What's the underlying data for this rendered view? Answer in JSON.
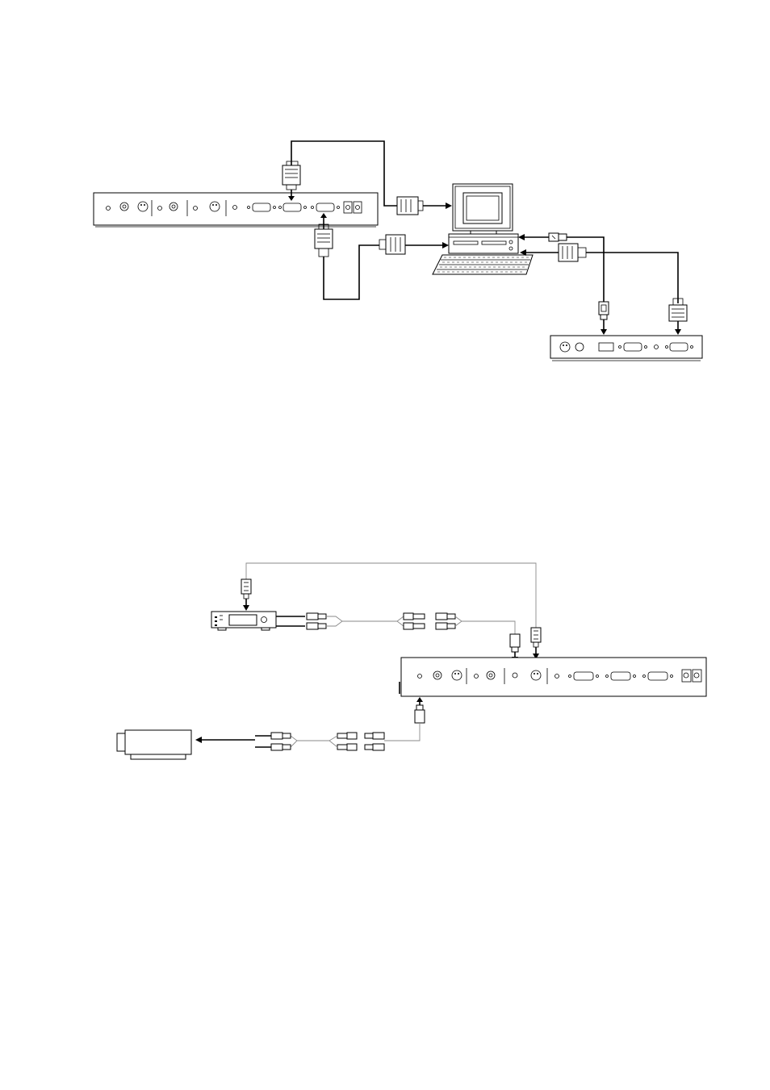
{
  "page": {
    "background": "#ffffff",
    "stroke_color": "#000000",
    "cable_grey": "#8a8a8a"
  },
  "diagrams": [
    {
      "id": "pc-connection",
      "devices": [
        "monitor-rear-panel",
        "computer-monitor",
        "computer-tower",
        "keyboard",
        "second-monitor-panel"
      ],
      "icons": [
        "dsub-plug-icon",
        "usb-plug-icon",
        "rs232-plug-icon"
      ]
    },
    {
      "id": "av-connection",
      "devices": [
        "av-player-device",
        "monitor-rear-panel",
        "video-projector"
      ],
      "icons": [
        "rca-plug-icon",
        "svideo-plug-icon"
      ]
    }
  ]
}
